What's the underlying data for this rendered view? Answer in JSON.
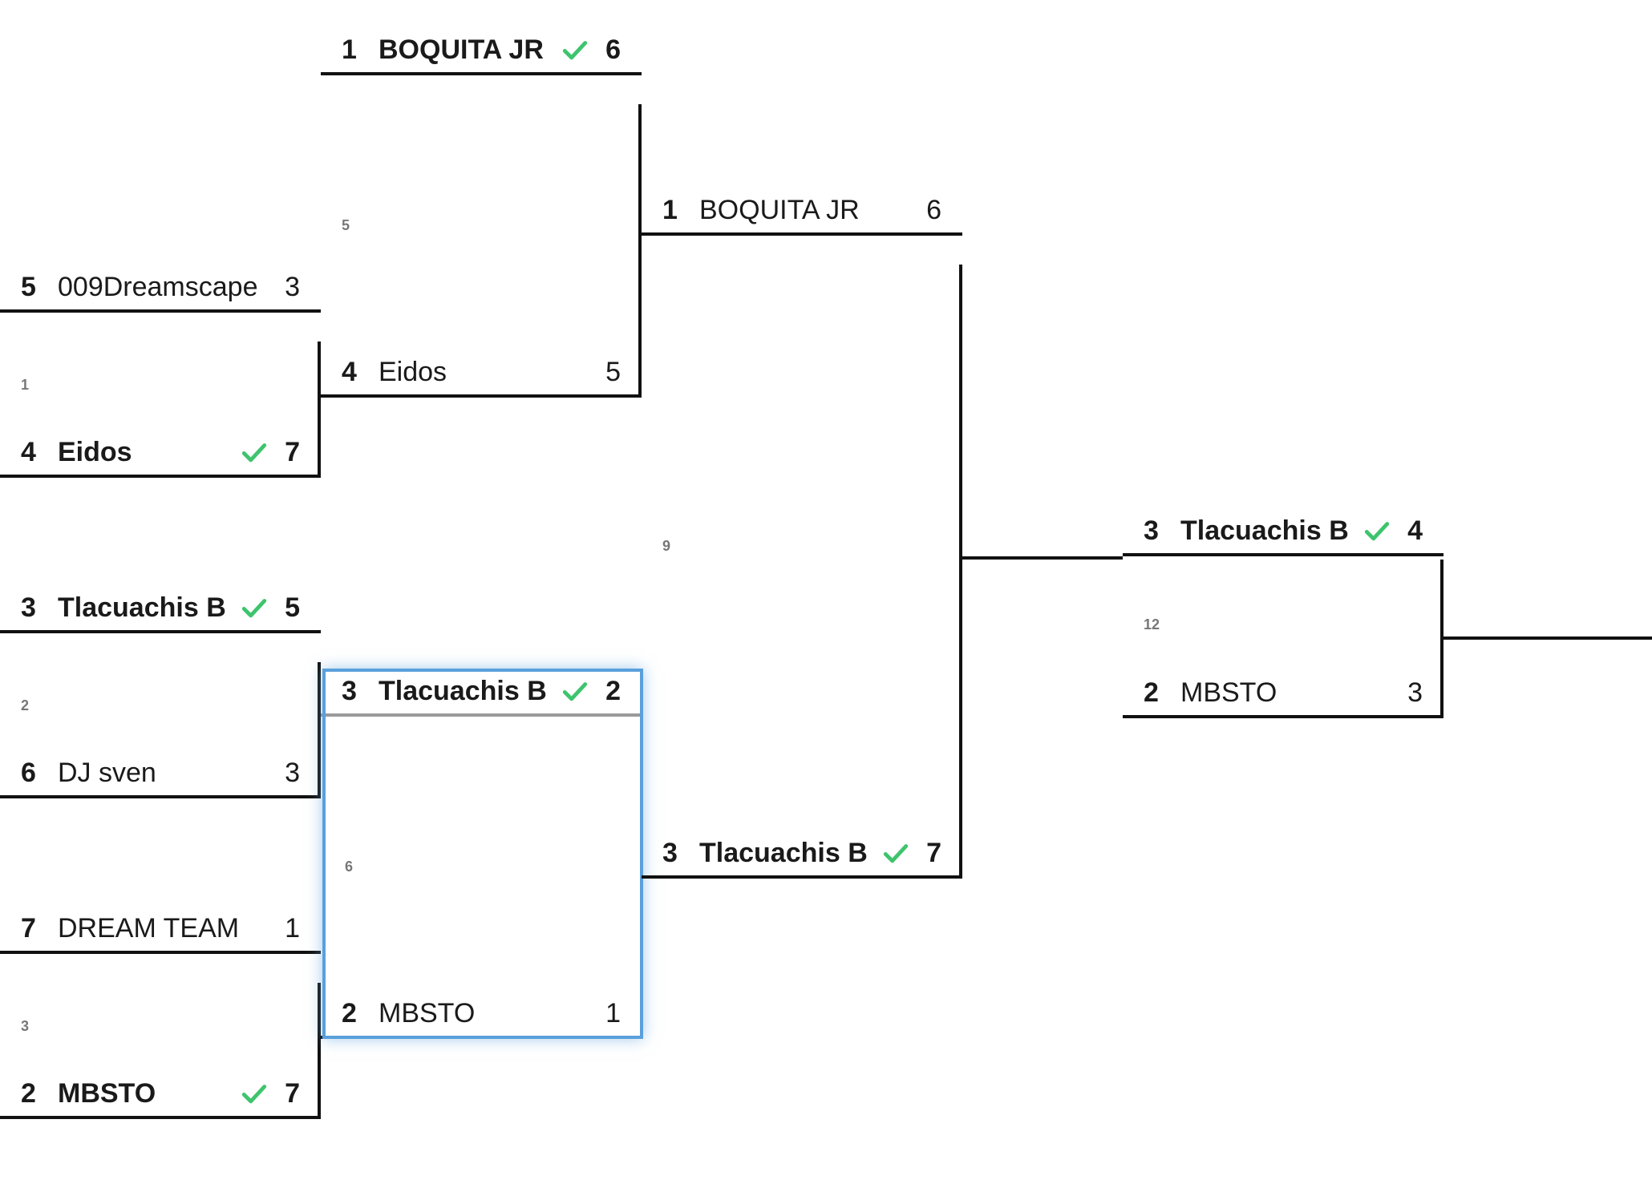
{
  "colors": {
    "line": "#111111",
    "check": "#3ec46d",
    "selection": "#5aa0dc",
    "match_number": "#777777"
  },
  "icons": {
    "winner": "check-icon"
  },
  "matches": [
    {
      "id": "m1",
      "number": "1",
      "top": {
        "seed": "5",
        "name": "009Dreamscape",
        "score": "3",
        "winner": false
      },
      "bottom": {
        "seed": "4",
        "name": "Eidos",
        "score": "7",
        "winner": true
      }
    },
    {
      "id": "m2",
      "number": "2",
      "top": {
        "seed": "3",
        "name": "Tlacuachis B",
        "score": "5",
        "winner": true
      },
      "bottom": {
        "seed": "6",
        "name": "DJ sven",
        "score": "3",
        "winner": false
      }
    },
    {
      "id": "m3",
      "number": "3",
      "top": {
        "seed": "7",
        "name": "DREAM TEAM",
        "score": "1",
        "winner": false
      },
      "bottom": {
        "seed": "2",
        "name": "MBSTO",
        "score": "7",
        "winner": true
      }
    },
    {
      "id": "m5",
      "number": "5",
      "top": {
        "seed": "1",
        "name": "BOQUITA JR",
        "score": "6",
        "winner": true
      },
      "bottom": {
        "seed": "4",
        "name": "Eidos",
        "score": "5",
        "winner": false
      }
    },
    {
      "id": "m6",
      "number": "6",
      "selected": true,
      "top": {
        "seed": "3",
        "name": "Tlacuachis B",
        "score": "2",
        "winner": true
      },
      "bottom": {
        "seed": "2",
        "name": "MBSTO",
        "score": "1",
        "winner": false
      }
    },
    {
      "id": "m9",
      "number": "9",
      "top": {
        "seed": "1",
        "name": "BOQUITA JR",
        "score": "6",
        "winner": false
      },
      "bottom": {
        "seed": "3",
        "name": "Tlacuachis B",
        "score": "7",
        "winner": true
      }
    },
    {
      "id": "m12",
      "number": "12",
      "top": {
        "seed": "3",
        "name": "Tlacuachis B",
        "score": "4",
        "winner": true
      },
      "bottom": {
        "seed": "2",
        "name": "MBSTO",
        "score": "3",
        "winner": false
      }
    }
  ]
}
